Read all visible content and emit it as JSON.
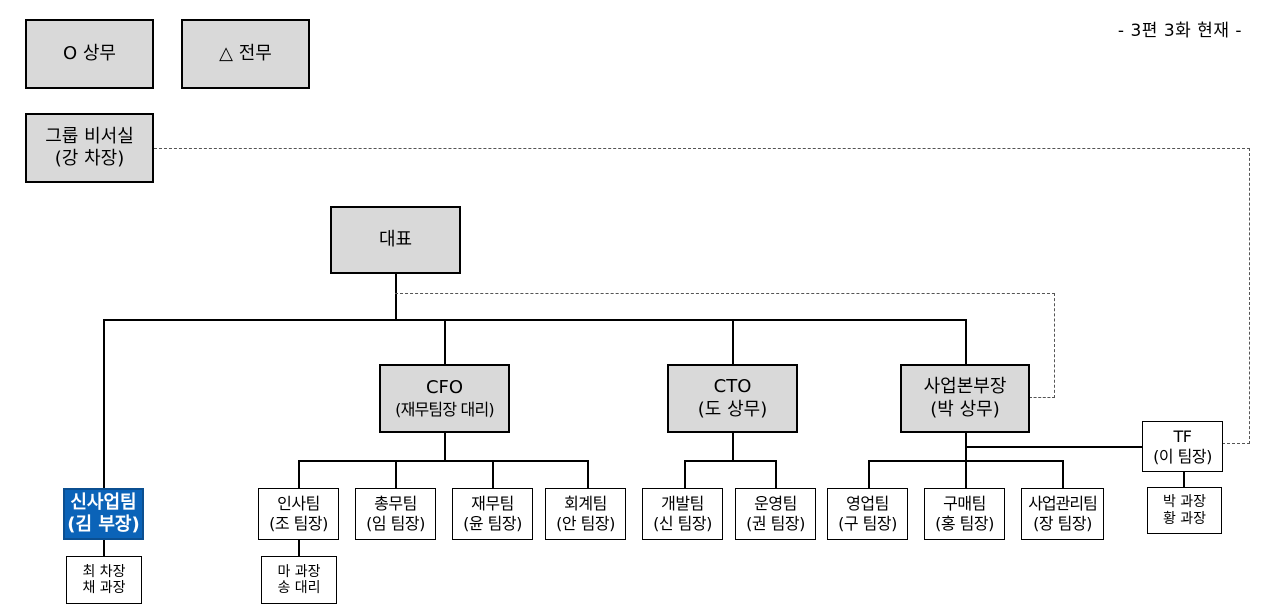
{
  "episode": "- 3편 3화 현재 -",
  "legend": {
    "executive": "O 상무",
    "managing": "△ 전무"
  },
  "secretary": {
    "line1": "그룹 비서실",
    "line2": "(강 차장)"
  },
  "ceo": {
    "label": "대표"
  },
  "new_biz": {
    "line1": "신사업팀",
    "line2": "(김 부장)",
    "members": [
      "최 차장",
      "채 과장"
    ]
  },
  "cfo": {
    "line1": "CFO",
    "line2": "(재무팀장 대리)"
  },
  "cto": {
    "line1": "CTO",
    "line2": "(도 상무)"
  },
  "biz_head": {
    "line1": "사업본부장",
    "line2": "(박 상무)"
  },
  "tf": {
    "line1": "TF",
    "line2": "(이 팀장)",
    "members": [
      "박 과장",
      "황 과장"
    ]
  },
  "teams": {
    "hr": {
      "line1": "인사팀",
      "line2": "(조 팀장)",
      "members": [
        "마 과장",
        "송 대리"
      ]
    },
    "general": {
      "line1": "총무팀",
      "line2": "(임 팀장)"
    },
    "finance": {
      "line1": "재무팀",
      "line2": "(윤 팀장)"
    },
    "accounting": {
      "line1": "회계팀",
      "line2": "(안 팀장)"
    },
    "dev": {
      "line1": "개발팀",
      "line2": "(신 팀장)"
    },
    "ops": {
      "line1": "운영팀",
      "line2": "(권 팀장)"
    },
    "sales": {
      "line1": "영업팀",
      "line2": "(구 팀장)"
    },
    "purchase": {
      "line1": "구매팀",
      "line2": "(홍 팀장)"
    },
    "biz_mgmt": {
      "line1": "사업관리팀",
      "line2": "(장 팀장)"
    }
  }
}
